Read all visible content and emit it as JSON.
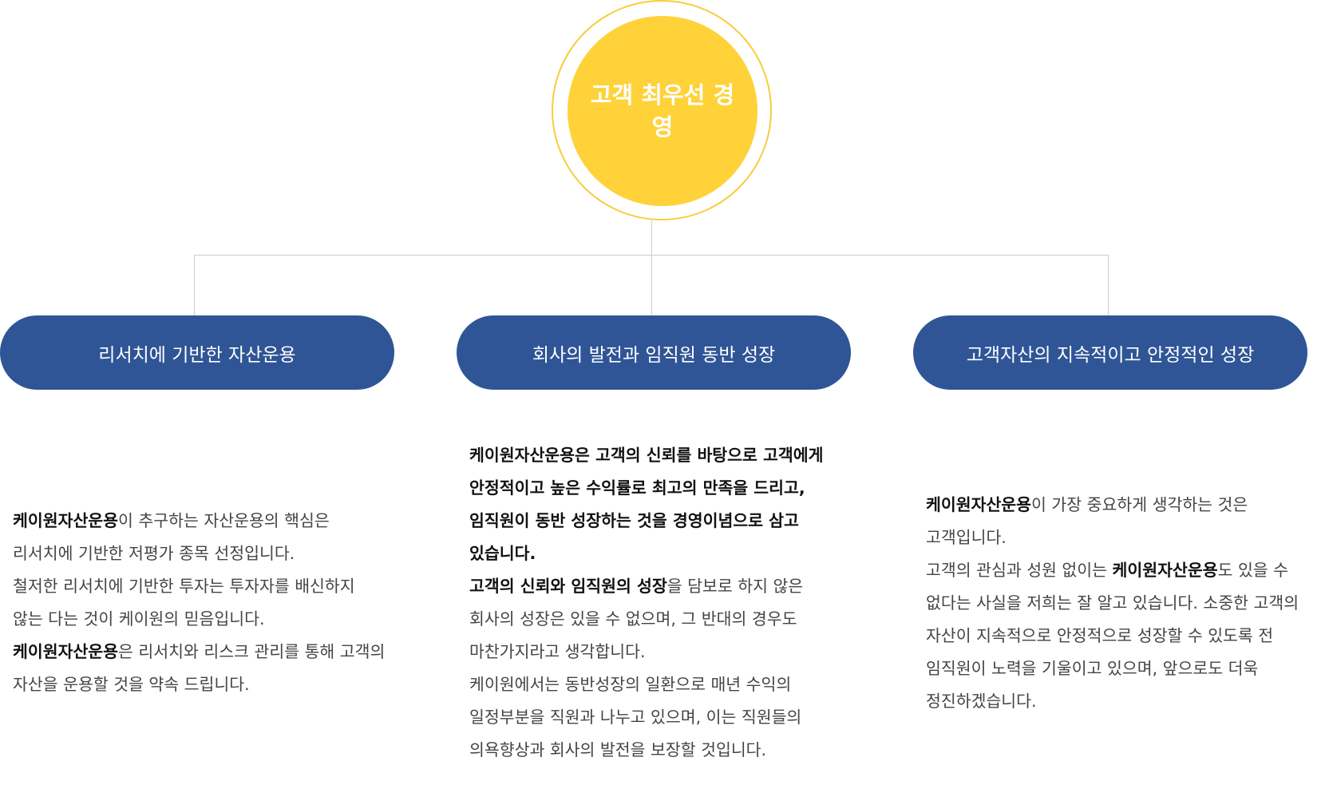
{
  "center": {
    "title": "고객 최우선 경영"
  },
  "colors": {
    "center": "#ffd23a",
    "ring": "#f7cd3e",
    "pill": "#2f5596",
    "connector": "#cccccc"
  },
  "branches": [
    {
      "title": "리서치에 기반한 자산운용",
      "desc": [
        {
          "brand": "케이원자산운용",
          "text": "이 추구하는 자산운용의 핵심은 리서치에 기반한 저평가 종목 선정입니다."
        },
        {
          "text": "철저한 리서치에 기반한 투자는 투자자를 배신하지 않는 다는 것이 케이원의 믿음입니다. ",
          "brand_after": "케이원자산운용",
          "tail": "은 리서치와 리스크 관리를 통해 고객의 자산을 운용할 것을 약속 드립니다."
        }
      ]
    },
    {
      "title": "회사의 발전과 임직원 동반 성장",
      "desc": [
        {
          "bold": "케이원자산운용은 고객의 신뢰를 바탕으로 고객에게 안정적이고 높은 수익률로 최고의 만족을 드리고, 임직원이 동반 성장하는 것을 경영이념으로 삼고 있습니다."
        },
        {
          "brand": "고객의 신뢰와 임직원의 성장",
          "text": "을 담보로 하지 않은 회사의 성장은 있을 수 없으며, 그 반대의 경우도 마찬가지라고 생각합니다."
        },
        {
          "text": "케이원에서는 동반성장의 일환으로 매년 수익의 일정부분을 직원과 나누고 있으며, 이는 직원들의 의욕향상과 회사의 발전을 보장할 것입니다."
        }
      ]
    },
    {
      "title": "고객자산의 지속적이고 안정적인 성장",
      "desc": [
        {
          "brand": "케이원자산운용",
          "text": "이 가장 중요하게 생각하는 것은 고객입니다."
        },
        {
          "text": "고객의 관심과 성원 없이는 ",
          "brand_after": "케이원자산운용",
          "tail": "도 있을 수 없다는 사실을 저희는 잘 알고 있습니다. 소중한 고객의 자산이 지속적으로 안정적으로 성장할 수 있도록 전 임직원이 노력을 기울이고 있으며, 앞으로도 더욱 정진하겠습니다."
        }
      ]
    }
  ]
}
